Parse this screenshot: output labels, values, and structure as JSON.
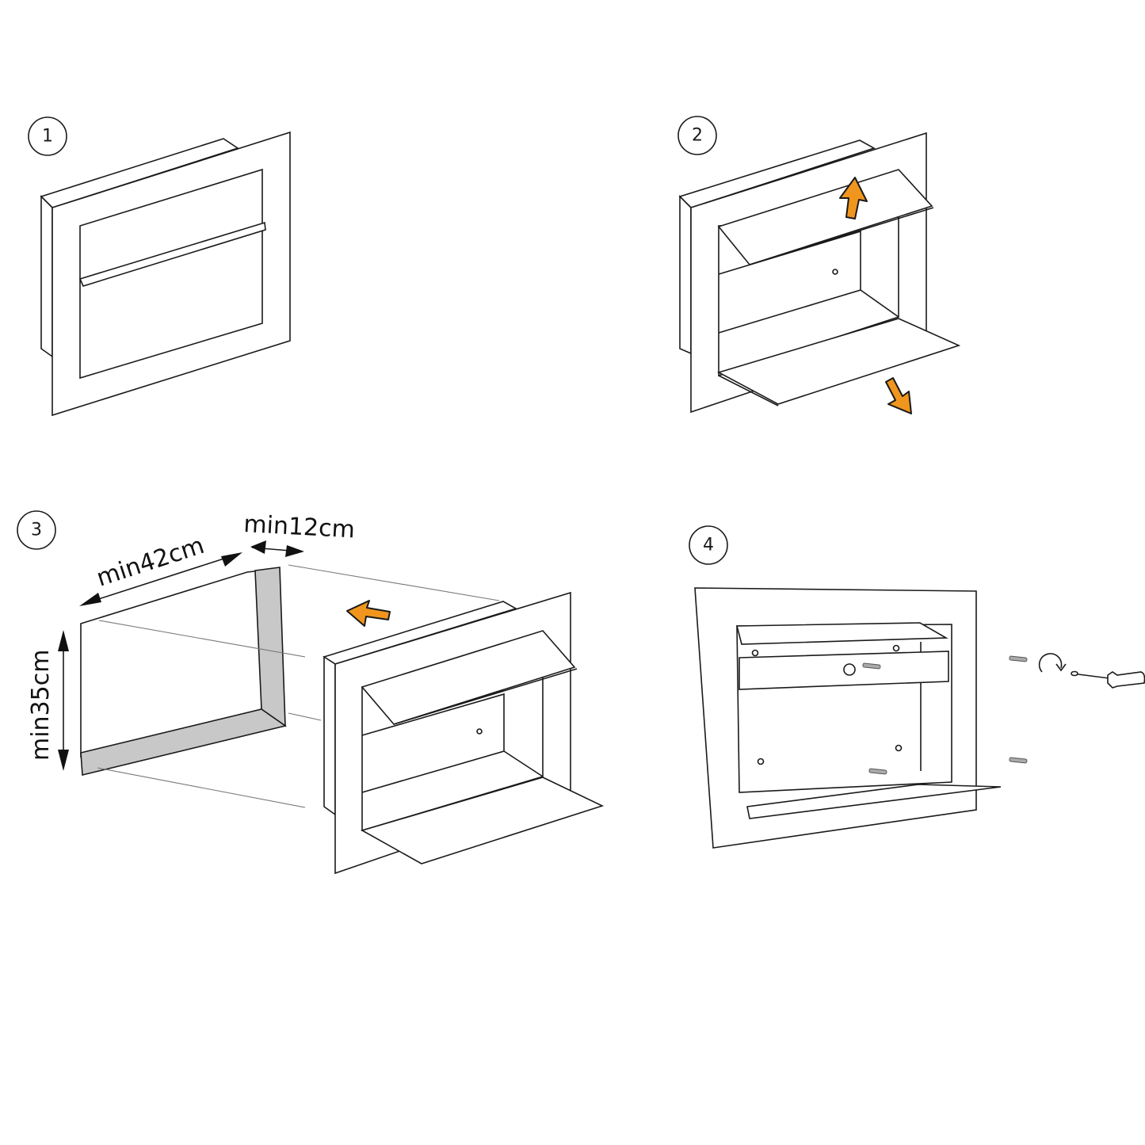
{
  "title": "Recessed letterbox installation steps",
  "colors": {
    "line": "#1a1a1a",
    "arrow_orange": "#f0961e",
    "niche_gray": "#c8c8c8",
    "guide_line": "#777777"
  },
  "steps": [
    {
      "number": "1",
      "description": "Closed recessed letterbox with frame"
    },
    {
      "number": "2",
      "description": "Open top flap and bottom door",
      "arrows": [
        "up",
        "down-right"
      ]
    },
    {
      "number": "3",
      "description": "Prepare wall niche and insert letterbox",
      "arrows": [
        "left"
      ]
    },
    {
      "number": "4",
      "description": "Fix letterbox body with screws using a screwdriver"
    }
  ],
  "dimensions": {
    "width": "min42cm",
    "depth": "min12cm",
    "height": "min35cm"
  },
  "icons": {
    "rotate": "clockwise-rotation-icon",
    "tool": "screwdriver-icon",
    "fastener": "screw-icon"
  }
}
